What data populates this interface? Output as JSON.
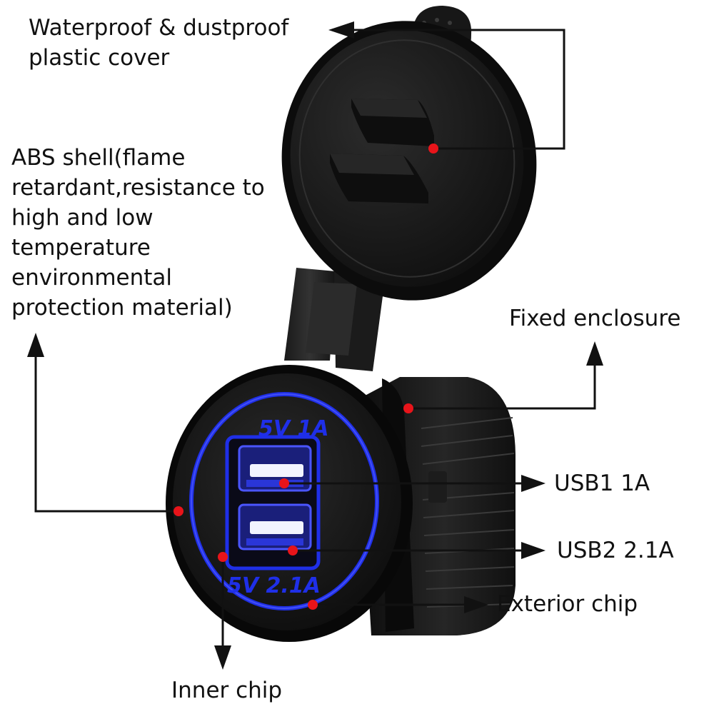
{
  "labels": {
    "cover": [
      "Waterproof & dustproof",
      "plastic cover"
    ],
    "shell": [
      "ABS shell(flame",
      "retardant,resistance to",
      "high and low",
      "temperature",
      "environmental",
      "protection material)"
    ],
    "enclosure": "Fixed enclosure",
    "usb1": "USB1 1A",
    "usb2": "USB2 2.1A",
    "exterior_chip": "Exterior chip",
    "inner_chip": "Inner chip"
  },
  "module_text": {
    "top": "5V 1A",
    "bottom": "5V 2.1A"
  },
  "colors": {
    "background": "#ffffff",
    "label_text": "#111111",
    "callout_line": "#111111",
    "marker": "#e8141a",
    "led_glow": "#1f2fe8",
    "plastic": "#121212"
  }
}
